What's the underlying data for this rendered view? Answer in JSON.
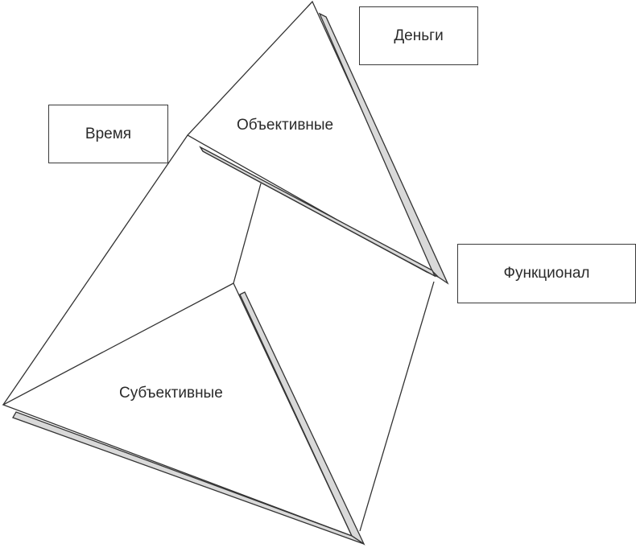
{
  "diagram": {
    "boxes": [
      {
        "id": "money",
        "label": "Деньги"
      },
      {
        "id": "time",
        "label": "Время"
      },
      {
        "id": "functionality",
        "label": "Функционал"
      }
    ],
    "regions": [
      {
        "id": "objective",
        "label": "Объективные"
      },
      {
        "id": "subjective",
        "label": "Субъективные"
      }
    ],
    "colors": {
      "line": "#333333",
      "shadow_fill": "#d9d9d9",
      "background": "#ffffff"
    }
  }
}
